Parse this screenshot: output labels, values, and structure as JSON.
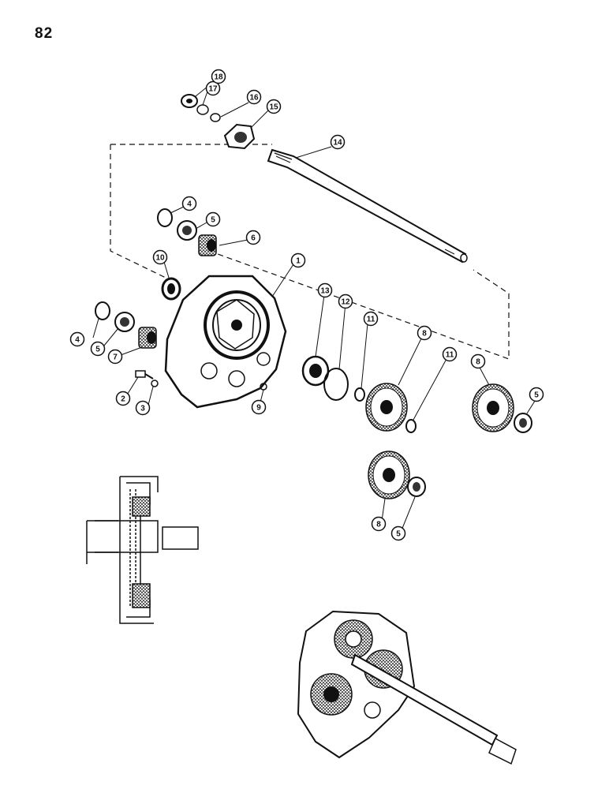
{
  "page": {
    "number": "82"
  },
  "colors": {
    "ink": "#111111",
    "paper": "#ffffff"
  },
  "callouts": [
    {
      "id": "c1",
      "label": "1"
    },
    {
      "id": "c2",
      "label": "2"
    },
    {
      "id": "c3",
      "label": "3"
    },
    {
      "id": "c4a",
      "label": "4"
    },
    {
      "id": "c4b",
      "label": "4"
    },
    {
      "id": "c5a",
      "label": "5"
    },
    {
      "id": "c5b",
      "label": "5"
    },
    {
      "id": "c5c",
      "label": "5"
    },
    {
      "id": "c5d",
      "label": "5"
    },
    {
      "id": "c6",
      "label": "6"
    },
    {
      "id": "c7",
      "label": "7"
    },
    {
      "id": "c8a",
      "label": "8"
    },
    {
      "id": "c8b",
      "label": "8"
    },
    {
      "id": "c8c",
      "label": "8"
    },
    {
      "id": "c9",
      "label": "9"
    },
    {
      "id": "c10",
      "label": "10"
    },
    {
      "id": "c11a",
      "label": "11"
    },
    {
      "id": "c11b",
      "label": "11"
    },
    {
      "id": "c12",
      "label": "12"
    },
    {
      "id": "c13",
      "label": "13"
    },
    {
      "id": "c14",
      "label": "14"
    },
    {
      "id": "c15",
      "label": "15"
    },
    {
      "id": "c16",
      "label": "16"
    },
    {
      "id": "c17",
      "label": "17"
    },
    {
      "id": "c18",
      "label": "18"
    }
  ]
}
